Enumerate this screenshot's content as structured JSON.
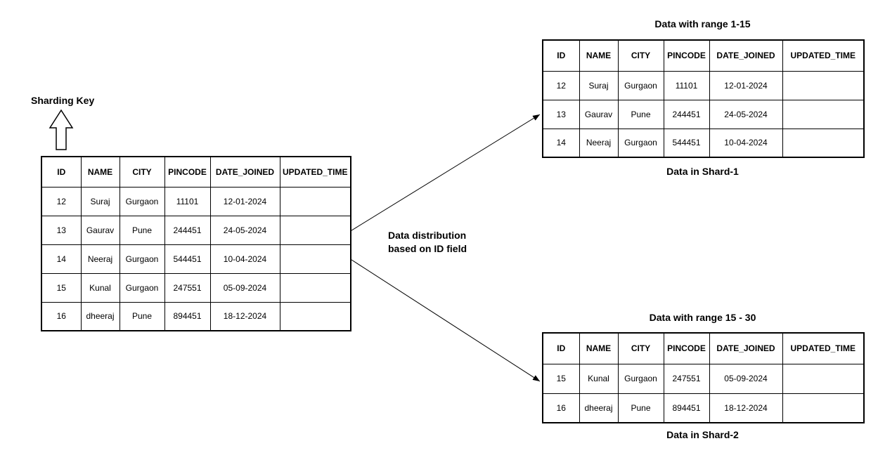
{
  "canvas": {
    "background_color": "#ffffff",
    "line_color": "#000000",
    "text_color": "#000000"
  },
  "sharding_key": {
    "label": "Sharding Key",
    "icon": "up-block-arrow"
  },
  "annotation": {
    "line1": "Data distribution",
    "line2": "based on ID field"
  },
  "icons": {
    "sharding_key_arrow": "up-block-arrow",
    "connector_style": "thin-line-arrow"
  },
  "main_table": {
    "headers": [
      "ID",
      "NAME",
      "CITY",
      "PINCODE",
      "DATE_JOINED",
      "UPDATED_TIME"
    ],
    "rows": [
      [
        "12",
        "Suraj",
        "Gurgaon",
        "11101",
        "12-01-2024",
        ""
      ],
      [
        "13",
        "Gaurav",
        "Pune",
        "244451",
        "24-05-2024",
        ""
      ],
      [
        "14",
        "Neeraj",
        "Gurgaon",
        "544451",
        "10-04-2024",
        ""
      ],
      [
        "15",
        "Kunal",
        "Gurgaon",
        "247551",
        "05-09-2024",
        ""
      ],
      [
        "16",
        "dheeraj",
        "Pune",
        "894451",
        "18-12-2024",
        ""
      ]
    ]
  },
  "shard1": {
    "title": "Data with range 1-15",
    "caption": "Data in Shard-1",
    "table": {
      "headers": [
        "ID",
        "NAME",
        "CITY",
        "PINCODE",
        "DATE_JOINED",
        "UPDATED_TIME"
      ],
      "rows": [
        [
          "12",
          "Suraj",
          "Gurgaon",
          "11101",
          "12-01-2024",
          ""
        ],
        [
          "13",
          "Gaurav",
          "Pune",
          "244451",
          "24-05-2024",
          ""
        ],
        [
          "14",
          "Neeraj",
          "Gurgaon",
          "544451",
          "10-04-2024",
          ""
        ]
      ]
    }
  },
  "shard2": {
    "title": "Data with range 15 - 30",
    "caption": "Data in Shard-2",
    "table": {
      "headers": [
        "ID",
        "NAME",
        "CITY",
        "PINCODE",
        "DATE_JOINED",
        "UPDATED_TIME"
      ],
      "rows": [
        [
          "15",
          "Kunal",
          "Gurgaon",
          "247551",
          "05-09-2024",
          ""
        ],
        [
          "16",
          "dheeraj",
          "Pune",
          "894451",
          "18-12-2024",
          ""
        ]
      ]
    }
  }
}
